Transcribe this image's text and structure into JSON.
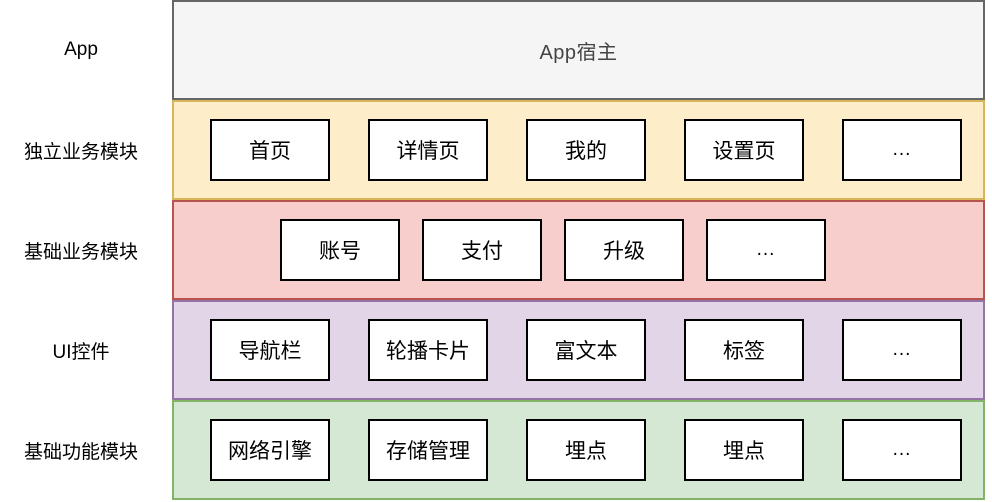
{
  "diagram": {
    "title_layers": [
      {
        "label": "App",
        "band_color": "#f5f5f5",
        "border_color": "#666666",
        "content_text": "App宿主",
        "boxes": []
      },
      {
        "label": "独立业务模块",
        "band_color": "#fdeec9",
        "border_color": "#d6b656",
        "boxes": [
          "首页",
          "详情页",
          "我的",
          "设置页",
          "..."
        ]
      },
      {
        "label": "基础业务模块",
        "band_color": "#f8cecc",
        "border_color": "#b85450",
        "boxes": [
          "账号",
          "支付",
          "升级",
          "..."
        ]
      },
      {
        "label": "UI控件",
        "band_color": "#e1d5e7",
        "border_color": "#9673a6",
        "boxes": [
          "导航栏",
          "轮播卡片",
          "富文本",
          "标签",
          "..."
        ]
      },
      {
        "label": "基础功能模块",
        "band_color": "#d5e8d4",
        "border_color": "#82b366",
        "boxes": [
          "网络引擎",
          "存储管理",
          "埋点",
          "埋点",
          "..."
        ]
      }
    ]
  }
}
